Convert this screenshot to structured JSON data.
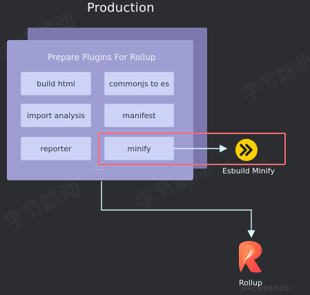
{
  "diagram": {
    "title": "Production",
    "plugins_title": "Prepare Plugins For Rollup",
    "plugins": [
      "build html",
      "commonjs to es",
      "import analysis",
      "manifest",
      "reporter",
      "minify"
    ],
    "ellipsis": "......",
    "esbuild_label": "Esbuild Minify",
    "rollup_label": "Rollup"
  },
  "watermark": {
    "text": "字节跳动",
    "footer": "@稀土掘金技术社区"
  },
  "colors": {
    "background": "#2b2d30",
    "back_card": "#7a78ac",
    "main_card": "#9f9ed2",
    "plugin_box": "#cdd3f6",
    "highlight": "#ff6a72",
    "connector": "#d6f7fb",
    "esbuild": "#ffcf00",
    "rollup": "#ff5a4f"
  },
  "icons": {
    "esbuild": "esbuild-logo-icon",
    "rollup": "rollup-logo-icon"
  }
}
